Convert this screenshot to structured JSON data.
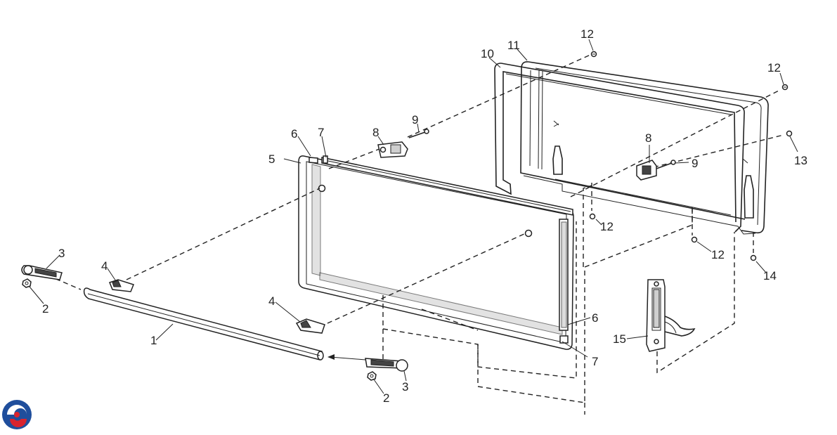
{
  "diagram": {
    "callouts": {
      "c1": "1",
      "c2a": "2",
      "c2b": "2",
      "c3a": "3",
      "c3b": "3",
      "c4a": "4",
      "c4b": "4",
      "c5": "5",
      "c6a": "6",
      "c6b": "6",
      "c7a": "7",
      "c7b": "7",
      "c8a": "8",
      "c8b": "8",
      "c9a": "9",
      "c9b": "9",
      "c10": "10",
      "c11": "11",
      "c12a": "12",
      "c12b": "12",
      "c12c": "12",
      "c12d": "12",
      "c13": "13",
      "c14": "14",
      "c15": "15"
    },
    "logo_colors": [
      "#1f4e9c",
      "#d9232e"
    ]
  }
}
